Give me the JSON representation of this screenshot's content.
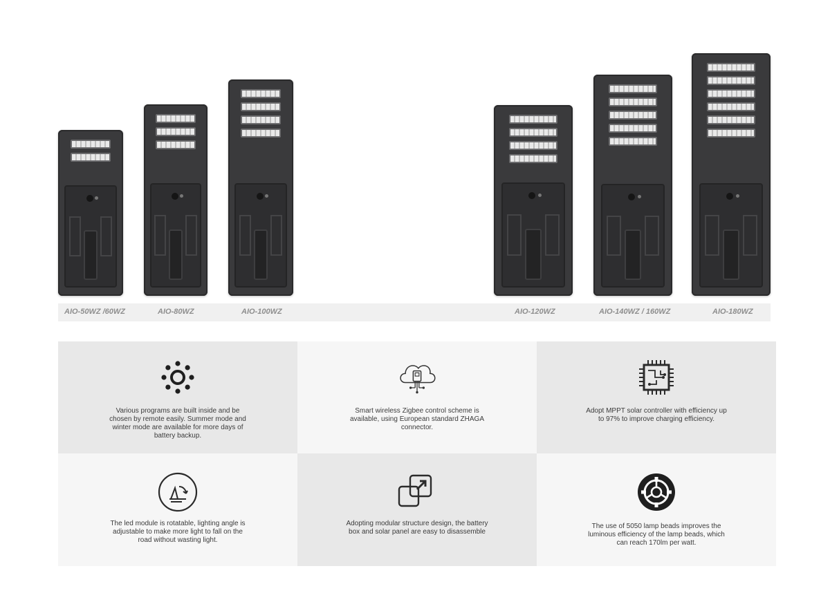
{
  "models": [
    {
      "label": "AIO-50WZ /60WZ",
      "led_rows": 2
    },
    {
      "label": "AIO-80WZ",
      "led_rows": 3
    },
    {
      "label": "AIO-100WZ",
      "led_rows": 4
    },
    {
      "label": "AIO-120WZ",
      "led_rows": 4
    },
    {
      "label": "AIO-140WZ / 160WZ",
      "led_rows": 5
    },
    {
      "label": "AIO-180WZ",
      "led_rows": 6
    }
  ],
  "features": [
    {
      "icon": "sun-mode-icon",
      "text": "Various programs are built inside and be chosen by remote easily. Summer mode and winter mode are available for more days of battery backup."
    },
    {
      "icon": "cloud-network-icon",
      "text": "Smart wireless Zigbee control scheme is available, using European standard ZHAGA connector."
    },
    {
      "icon": "chip-icon",
      "text": "Adopt MPPT solar controller with efficiency up to 97% to improve charging efficiency."
    },
    {
      "icon": "rotate-angle-icon",
      "text": "The led module is rotatable, lighting angle is adjustable to make more light to fall on the road without wasting light."
    },
    {
      "icon": "modular-squares-icon",
      "text": "Adopting modular structure design, the battery box and solar panel are easy to disassemble"
    },
    {
      "icon": "gear-icon",
      "text": "The use of 5050 lamp beads improves the luminous efficiency of the lamp beads, which can reach 170lm per watt."
    }
  ]
}
